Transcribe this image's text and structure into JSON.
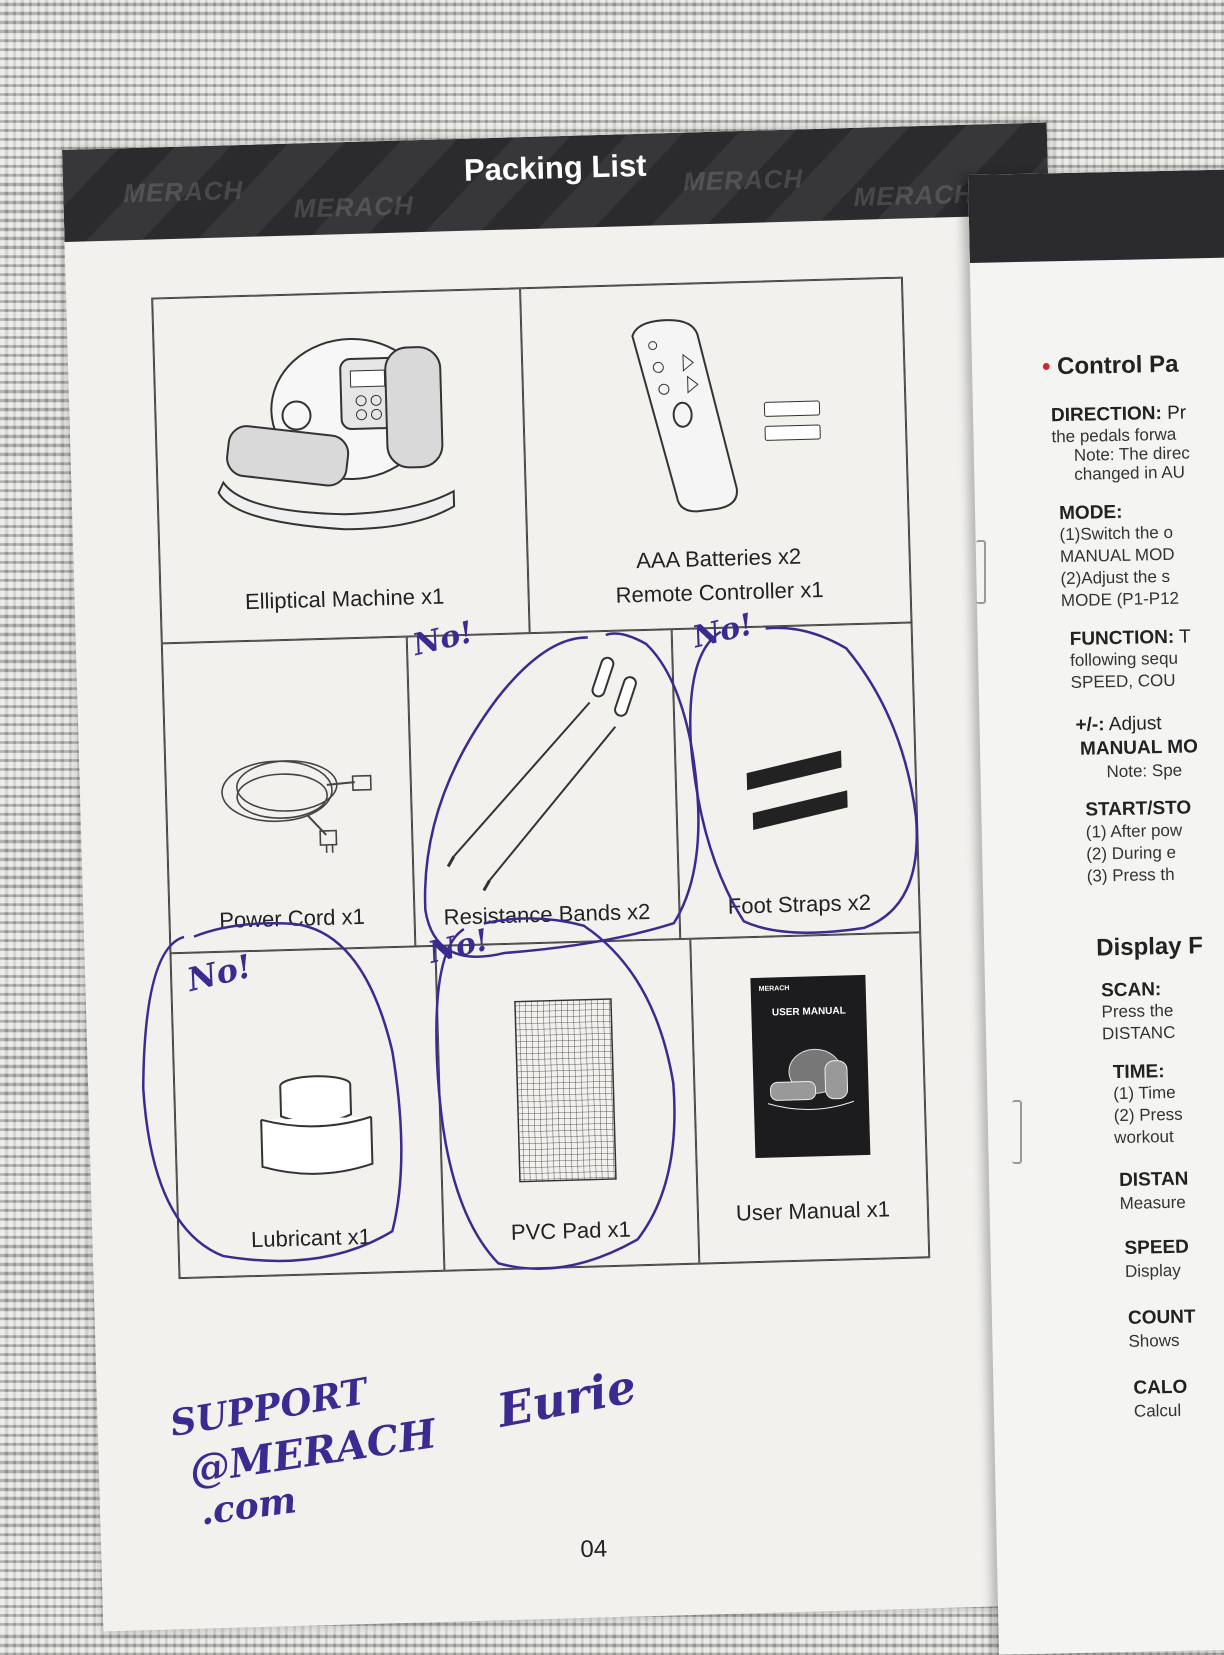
{
  "left_page": {
    "banner_title": "Packing List",
    "banner_logo_text": "MERACH",
    "items": [
      {
        "label": "Elliptical Machine x1"
      },
      {
        "label_line1": "AAA Batteries x2",
        "label_line2": "Remote Controller x1"
      },
      {
        "label": "Power Cord x1"
      },
      {
        "label": "Resistance Bands x2"
      },
      {
        "label": "Foot Straps x2"
      },
      {
        "label": "Lubricant x1"
      },
      {
        "label": "PVC Pad x1"
      },
      {
        "label": "User Manual x1"
      }
    ],
    "manual_cover_title": "USER MANUAL",
    "manual_cover_brand": "MERACH",
    "page_number": "04"
  },
  "handwriting": {
    "no_marks": [
      "No!",
      "No!",
      "No!",
      "No!"
    ],
    "support_line1": "SUPPORT",
    "support_line2": "@MERACH",
    "support_line3": ".com",
    "name": "Eurie",
    "ink_color": "#3b2a8f"
  },
  "right_page": {
    "section_title": "Control Pa",
    "lines": [
      {
        "style": "h",
        "text": "DIRECTION:",
        "suffix": " Pr"
      },
      {
        "style": "b",
        "text": "the pedals forwa"
      },
      {
        "style": "b",
        "text": "Note: The direc"
      },
      {
        "style": "b",
        "text": "changed in AU"
      },
      {
        "style": "h",
        "text": "MODE:"
      },
      {
        "style": "b",
        "text": "(1)Switch the o"
      },
      {
        "style": "b",
        "text": "MANUAL MOD"
      },
      {
        "style": "b",
        "text": "(2)Adjust the s"
      },
      {
        "style": "b",
        "text": "MODE (P1-P12"
      },
      {
        "style": "h",
        "text": "FUNCTION:",
        "suffix": " T"
      },
      {
        "style": "b",
        "text": "following sequ"
      },
      {
        "style": "b",
        "text": "SPEED, COU"
      },
      {
        "style": "h",
        "text": "+/-:",
        "suffix": " Adjust"
      },
      {
        "style": "h",
        "text": "MANUAL MO"
      },
      {
        "style": "b",
        "text": "Note: Spe"
      },
      {
        "style": "h",
        "text": "START/STO"
      },
      {
        "style": "b",
        "text": "(1) After pow"
      },
      {
        "style": "b",
        "text": "(2) During e"
      },
      {
        "style": "b",
        "text": "(3) Press th"
      },
      {
        "style": "title",
        "text": "Display F"
      },
      {
        "style": "h",
        "text": "SCAN:"
      },
      {
        "style": "b",
        "text": "Press the"
      },
      {
        "style": "b",
        "text": "DISTANC"
      },
      {
        "style": "h",
        "text": "TIME:"
      },
      {
        "style": "b",
        "text": "(1) Time"
      },
      {
        "style": "b",
        "text": "(2) Press"
      },
      {
        "style": "b",
        "text": "workout"
      },
      {
        "style": "h",
        "text": "DISTAN"
      },
      {
        "style": "b",
        "text": "Measure"
      },
      {
        "style": "h",
        "text": "SPEED"
      },
      {
        "style": "b",
        "text": "Display"
      },
      {
        "style": "h",
        "text": "COUNT"
      },
      {
        "style": "b",
        "text": "Shows"
      },
      {
        "style": "h",
        "text": "CALO"
      },
      {
        "style": "b",
        "text": "Calcul"
      }
    ]
  },
  "colors": {
    "banner": "#2b2b2e",
    "paper": "#f2f1ee",
    "ink": "#3b2a8f",
    "bullet": "#cc2b2b"
  }
}
